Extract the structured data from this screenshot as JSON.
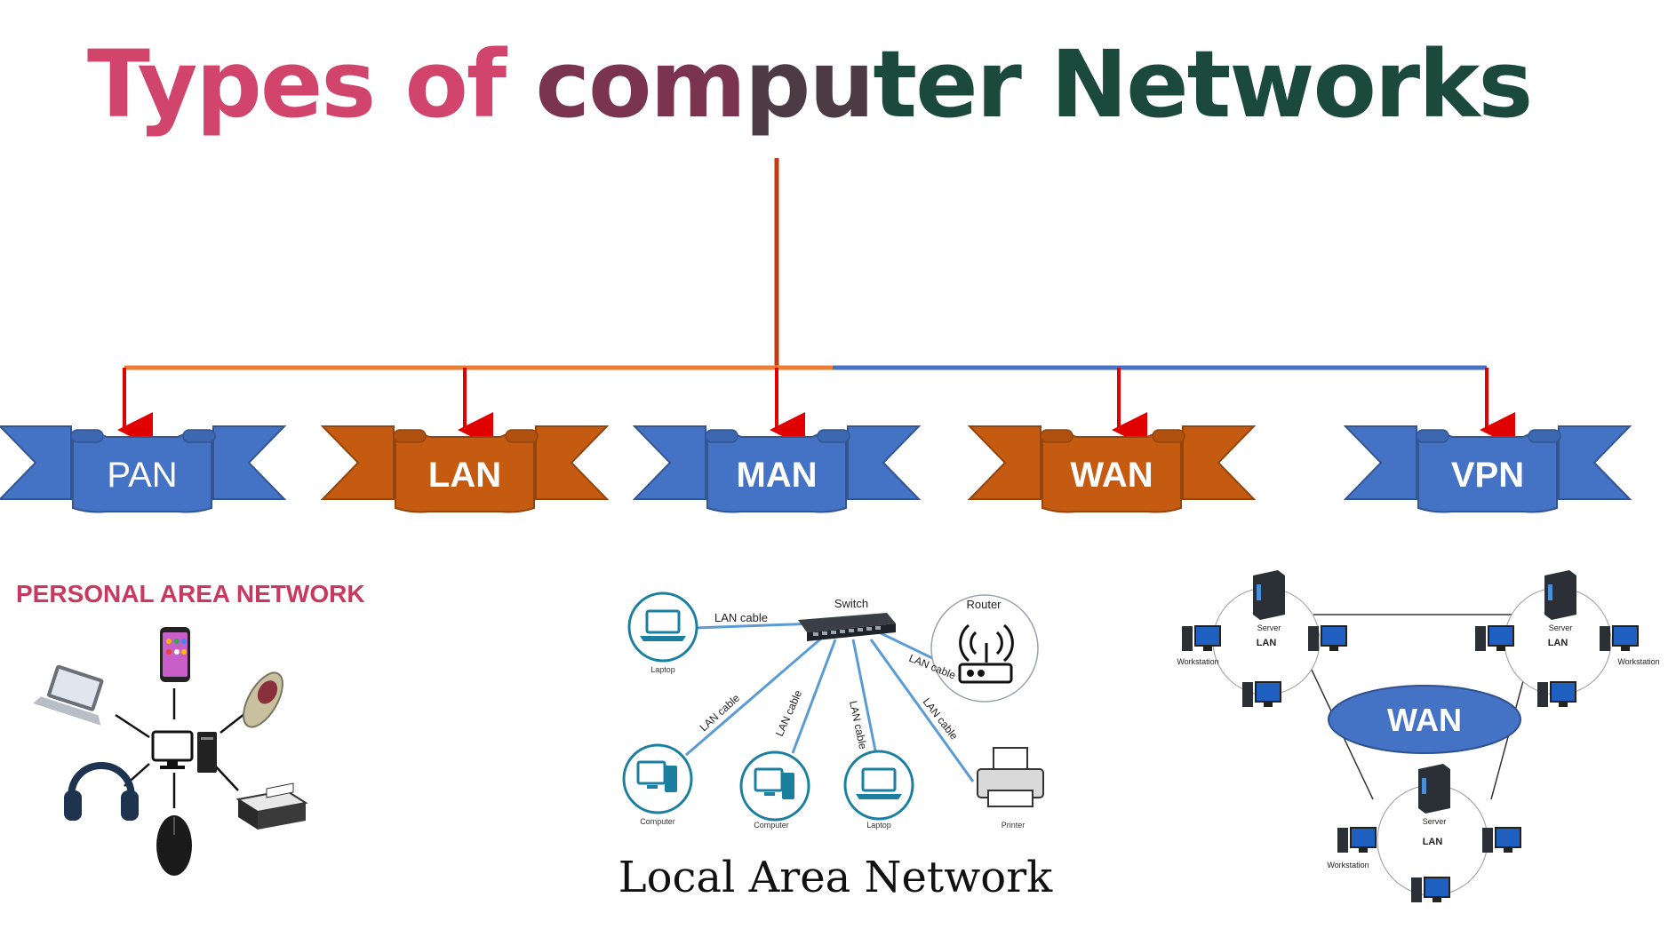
{
  "title": {
    "part1": "Types of",
    "part2": "com",
    "part3": "pu",
    "part4": "ter Networks",
    "colors": {
      "pink": "#d1456c",
      "dark": "#1b4a3c"
    }
  },
  "ribbons": [
    {
      "label": "PAN",
      "color": "#4472c4"
    },
    {
      "label": "LAN",
      "color": "#c55a11"
    },
    {
      "label": "MAN",
      "color": "#4472c4"
    },
    {
      "label": "WAN",
      "color": "#c55a11"
    },
    {
      "label": "VPN",
      "color": "#4472c4"
    }
  ],
  "pan": {
    "heading": "PERSONAL AREA NETWORK",
    "devices": [
      "laptop",
      "smartphone",
      "flip-phone",
      "headphones",
      "mouse",
      "printer",
      "computer"
    ]
  },
  "lan": {
    "caption": "Local Area Network",
    "switch": "Switch",
    "router": "Router",
    "cable": "LAN cable",
    "laptop": "Laptop",
    "computer": "Computer",
    "printer": "Printer"
  },
  "wan": {
    "center": "WAN",
    "lan": "LAN",
    "server": "Server",
    "workstation": "Workstation"
  }
}
